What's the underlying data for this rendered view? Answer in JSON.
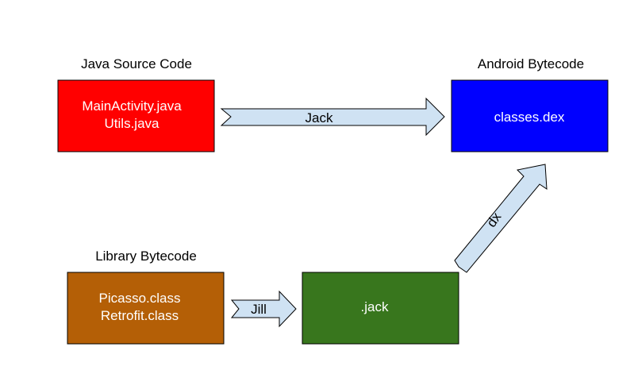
{
  "colors": {
    "source_box": "#ff0000",
    "android_box": "#0000ff",
    "library_box": "#b45f06",
    "jack_box": "#38761d",
    "arrow_fill": "#cfe2f3",
    "border": "#000000"
  },
  "java_source": {
    "title": "Java Source Code",
    "files": [
      "MainActivity.java",
      "Utils.java"
    ]
  },
  "android_bytecode": {
    "title": "Android Bytecode",
    "file": "classes.dex"
  },
  "library_bytecode": {
    "title": "Library Bytecode",
    "files": [
      "Picasso.class",
      "Retrofit.class"
    ]
  },
  "jack_intermediate": {
    "file": ".jack"
  },
  "arrows": {
    "jack": "Jack",
    "jill": "Jill",
    "dx": "dx"
  }
}
